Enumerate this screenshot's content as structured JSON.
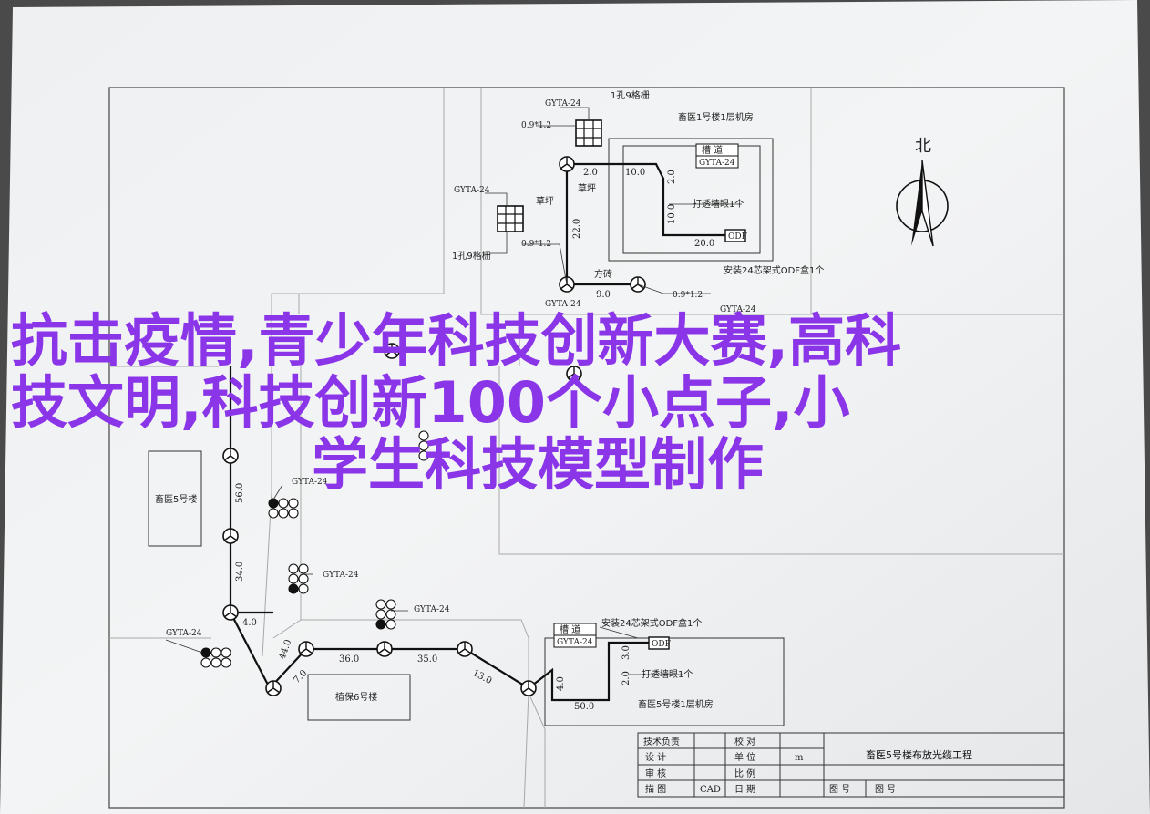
{
  "overlay": {
    "line1": "抗击疫情,青少年科技创新大赛,高科",
    "line2": "技文明,科技创新100个小点子,小",
    "line3": "学生科技模型制作",
    "color": "#8a35e8"
  },
  "compass": {
    "label": "北"
  },
  "labels": {
    "gyta24": "GYTA-24",
    "hole_1_9": "1孔9格栅",
    "dim_09_12": "0.9*1.2",
    "grass": "草坪",
    "brick": "方砖",
    "d_2_0": "2.0",
    "d_10_0": "10.0",
    "d_22_0": "22.0",
    "d_9_0": "9.0",
    "d_20_0": "20.0",
    "d_56_0": "56.0",
    "d_34_0": "34.0",
    "d_4_0": "4.0",
    "d_44_0": "44.0",
    "d_7_0": "7.0",
    "d_36_0": "36.0",
    "d_35_0": "35.0",
    "d_13_0": "13.0",
    "d_50_0": "50.0",
    "d_3_0": "3.0",
    "building1": "畜医1号楼1层机房",
    "channel": "槽 道",
    "punch": "打透墙眼1个",
    "odf": "ODF",
    "odf_install": "安装24芯架式ODF盒1个",
    "building5": "畜医5号楼",
    "building6": "植保6号楼",
    "building5_room": "畜医5号楼1层机房"
  },
  "title_block": {
    "tech_lead": "技术负责",
    "design": "设 计",
    "review": "审 核",
    "drawing": "描 图",
    "cad": "CAD",
    "check": "校 对",
    "unit": "单 位",
    "unit_value": "m",
    "scale": "比 例",
    "date": "日 期",
    "project": "畜医5号楼布放光缆工程",
    "drawing_no": "图 号",
    "drawing_no2": "图 号"
  }
}
